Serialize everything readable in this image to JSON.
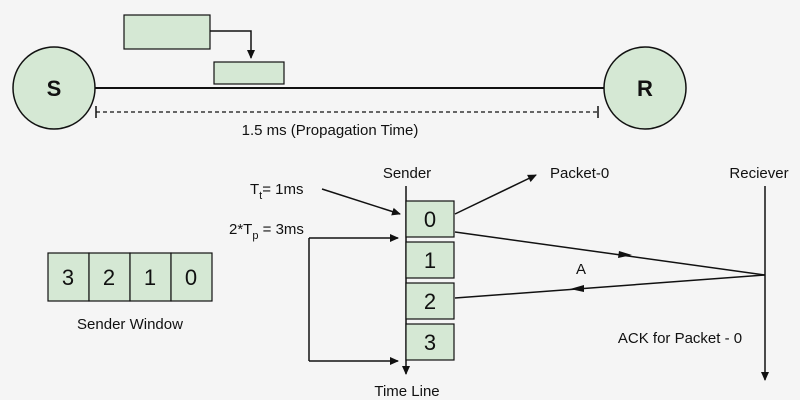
{
  "nodes": {
    "sender": "S",
    "receiver": "R"
  },
  "propagation_label": "1.5 ms (Propagation Time)",
  "sender_label": "Sender",
  "receiver_label": "Reciever",
  "packet0_label": "Packet-0",
  "tt_label": {
    "prefix": "T",
    "sub": "t",
    "suffix": "= 1ms"
  },
  "tp_label": {
    "prefix": "2*T",
    "sub": "p",
    "suffix": " = 3ms"
  },
  "ack_marker": "A",
  "ack_label": "ACK for Packet - 0",
  "timeline_label": "Time Line",
  "timeline_slots": [
    "0",
    "1",
    "2",
    "3"
  ],
  "sender_window": {
    "label": "Sender Window",
    "cells": [
      "3",
      "2",
      "1",
      "0"
    ]
  },
  "colors": {
    "fill": "#d5e8d4",
    "stroke": "#111111",
    "background": "#f5f5f5"
  }
}
